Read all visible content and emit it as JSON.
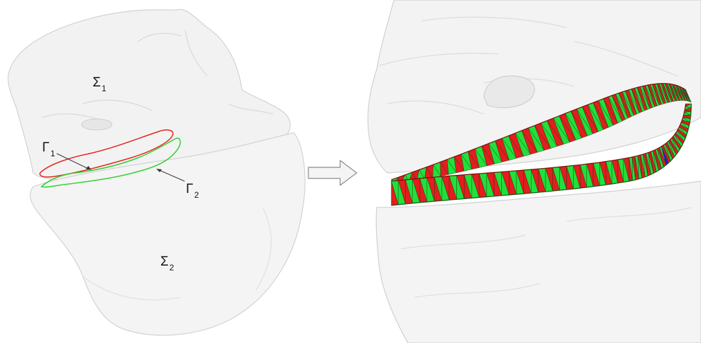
{
  "labels": {
    "sigma1": {
      "symbol": "Σ",
      "subscript": "1"
    },
    "sigma2": {
      "symbol": "Σ",
      "subscript": "2"
    },
    "gamma1": {
      "symbol": "Γ",
      "subscript": "1"
    },
    "gamma2": {
      "symbol": "Γ",
      "subscript": "2"
    }
  },
  "colors": {
    "curve_gamma1": "#e8231c",
    "curve_gamma2": "#2fd12f",
    "strip_red": "#e41d1d",
    "strip_green": "#22e03a",
    "strip_blue": "#1a1ae6",
    "mesh_fill": "#f1f1f1",
    "mesh_edge": "#cfcfcf",
    "arrow_fill": "#f4f4f4",
    "arrow_edge": "#8a8a8a"
  },
  "icons": {
    "transition": "right-arrow-icon"
  }
}
